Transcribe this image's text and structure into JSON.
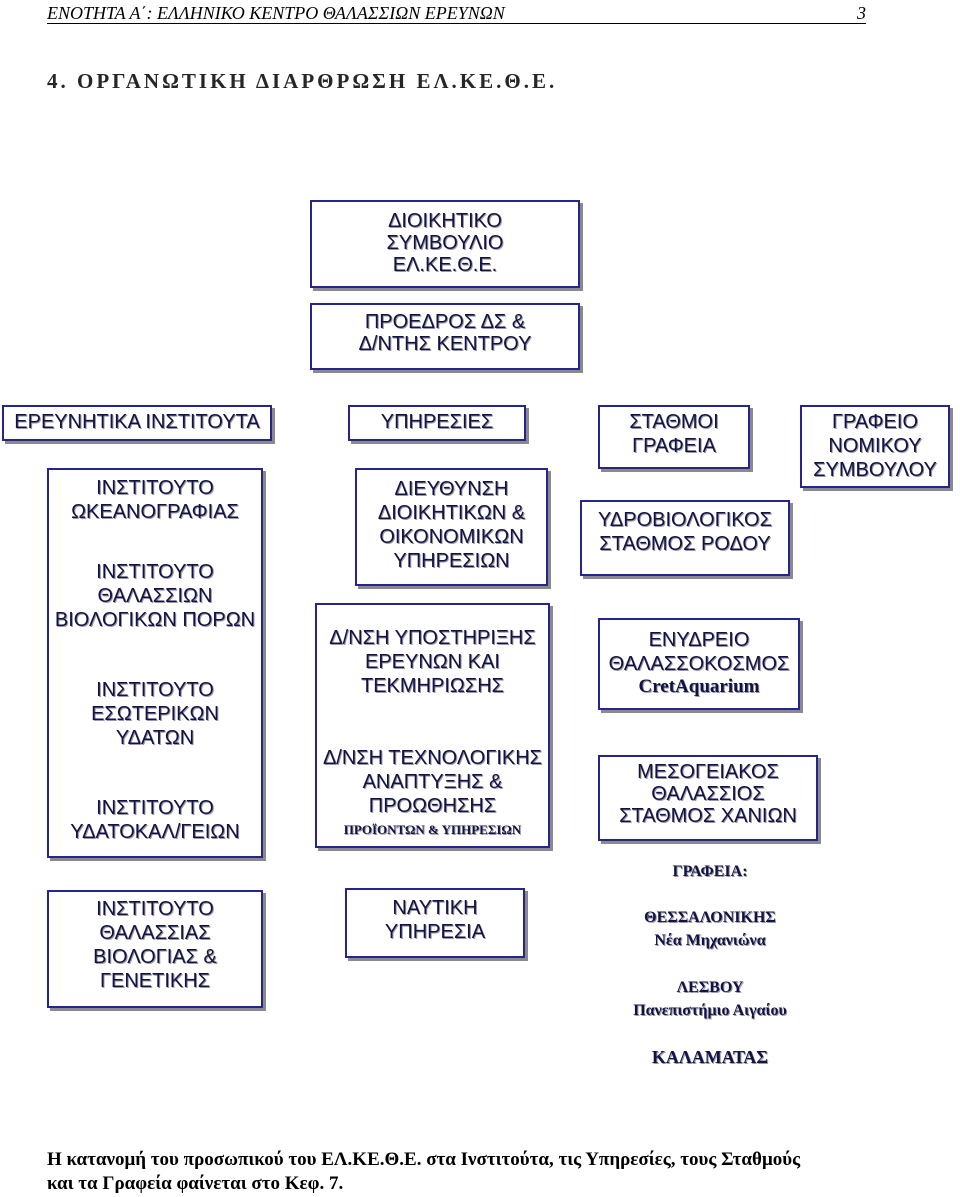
{
  "colors": {
    "box_border": "#25258f",
    "box_text": "#12124a",
    "text_shadow": "#9a9a9a",
    "box_shadow": "#8a8a8a"
  },
  "header": {
    "section_title": "ΕΝΟΤΗΤΑ Α΄: ΕΛΛΗΝΙΚΟ ΚΕΝΤΡΟ ΘΑΛΑΣΣΙΩΝ ΕΡΕΥΝΩΝ",
    "page_number": "3"
  },
  "heading": "4. ΟΡΓΑΝΩΤΙΚΗ ΔΙΑΡΘΡΩΣΗ ΕΛ.ΚΕ.Θ.Ε.",
  "org_chart": {
    "board": [
      "ΔΙΟΙΚΗΤΙΚΟ",
      "ΣΥΜΒΟΥΛΙΟ",
      "ΕΛ.ΚΕ.Θ.Ε."
    ],
    "president": [
      "ΠΡΟΕΔΡΟΣ ΔΣ &",
      "Δ/ΝΤΗΣ ΚΕΝΤΡΟΥ"
    ],
    "institutes": {
      "title": "ΕΡΕΥΝΗΤΙΚΑ ΙΝΣΤΙΤΟΥΤΑ",
      "items": [
        [
          "ΙΝΣΤΙΤΟΥΤΟ",
          "ΩΚΕΑΝΟΓΡΑΦΙΑΣ"
        ],
        [
          "ΙΝΣΤΙΤΟΥΤΟ",
          "ΘΑΛΑΣΣΙΩΝ",
          "ΒΙΟΛΟΓΙΚΩΝ ΠΟΡΩΝ"
        ],
        [
          "ΙΝΣΤΙΤΟΥΤΟ",
          "ΕΣΩΤΕΡΙΚΩΝ",
          "ΥΔΑΤΩΝ"
        ],
        [
          "ΙΝΣΤΙΤΟΥΤΟ",
          "ΥΔΑΤΟΚΑΛ/ΓΕΙΩΝ"
        ],
        [
          "ΙΝΣΤΙΤΟΥΤΟ",
          "ΘΑΛΑΣΣΙΑΣ",
          "ΒΙΟΛΟΓΙΑΣ &",
          "ΓΕΝΕΤΙΚΗΣ"
        ]
      ]
    },
    "services": {
      "title": "ΥΠΗΡΕΣΙΕΣ",
      "items": [
        [
          "ΔΙΕΥΘΥΝΣΗ",
          "ΔΙΟΙΚΗΤΙΚΩΝ &",
          "ΟΙΚΟΝΟΜΙΚΩΝ",
          "ΥΠΗΡΕΣΙΩΝ"
        ],
        [
          "Δ/ΝΣΗ ΥΠΟΣΤΗΡΙΞΗΣ",
          "ΕΡΕΥΝΩΝ ΚΑΙ",
          "ΤΕΚΜΗΡΙΩΣΗΣ"
        ],
        [
          "Δ/ΝΣΗ ΤΕΧΝΟΛΟΓΙΚΗΣ",
          "ΑΝΑΠΤΥΞΗΣ &",
          "ΠΡΟΩΘΗΣΗΣ",
          "ΠΡΟΪΟΝΤΩΝ & ΥΠΗΡΕΣΙΩΝ"
        ],
        [
          "ΝΑΥΤΙΚΗ",
          "ΥΠΗΡΕΣΙΑ"
        ]
      ]
    },
    "stations": {
      "title": [
        "ΣΤΑΘΜΟΙ",
        "ΓΡΑΦΕΙΑ"
      ],
      "items": [
        [
          "ΥΔΡΟΒΙΟΛΟΓΙΚΟΣ",
          "ΣΤΑΘΜΟΣ ΡΟΔΟΥ"
        ],
        [
          "ΕΝΥΔΡΕΙΟ",
          "ΘΑΛΑΣΣΟΚΟΣΜΟΣ",
          "CretAquarium"
        ],
        [
          "ΜΕΣΟΓΕΙΑΚΟΣ",
          "ΘΑΛΑΣΣΙΟΣ",
          "ΣΤΑΘΜΟΣ ΧΑΝΙΩΝ"
        ]
      ],
      "offices": {
        "title": "ΓΡΑΦΕΙΑ:",
        "items": [
          {
            "city": "ΘΕΣΣΑΛΟΝΙΚΗΣ",
            "location": "Νέα Μηχανιώνα"
          },
          {
            "city": "ΛΕΣΒΟΥ",
            "location": "Πανεπιστήμιο Αιγαίου"
          },
          {
            "city": "ΚΑΛΑΜΑΤΑΣ"
          }
        ]
      }
    },
    "legal_office": [
      "ΓΡΑΦΕΙΟ",
      "ΝΟΜΙΚΟΥ",
      "ΣΥΜΒΟΥΛΟΥ"
    ]
  },
  "footer": [
    "Η κατανομή του προσωπικού του ΕΛ.ΚΕ.Θ.Ε. στα Ινστιτούτα, τις Υπηρεσίες, τους Σταθμούς",
    "και τα Γραφεία φαίνεται στο Κεφ. 7."
  ]
}
